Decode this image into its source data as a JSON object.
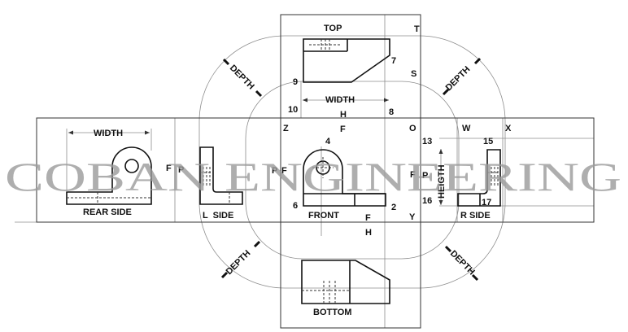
{
  "views": {
    "top": "TOP",
    "rear_side": "REAR SIDE",
    "l_side": "L  SIDE",
    "front": "FRONT",
    "r_side": "R SIDE",
    "bottom": "BOTTOM"
  },
  "dimensions": {
    "width_top": "WIDTH",
    "width_rear": "WIDTH",
    "height": "HEIGTH",
    "depth": "DEPTH"
  },
  "letters": {
    "T": "T",
    "S": "S",
    "H": "H",
    "F": "F",
    "Z": "Z",
    "O": "O",
    "W": "W",
    "X": "X",
    "P": "P",
    "Y": "Y"
  },
  "numbers": {
    "n4": "4",
    "n6": "6",
    "n2": "2",
    "n7": "7",
    "n8": "8",
    "n9": "9",
    "n10": "10",
    "n13": "13",
    "n15": "15",
    "n16": "16",
    "n17": "17"
  },
  "watermark": "COBAN ENGINEERING",
  "colors": {
    "ink": "#111111",
    "construction": "#8c8c8c",
    "watermark": "#9a9a9a"
  }
}
